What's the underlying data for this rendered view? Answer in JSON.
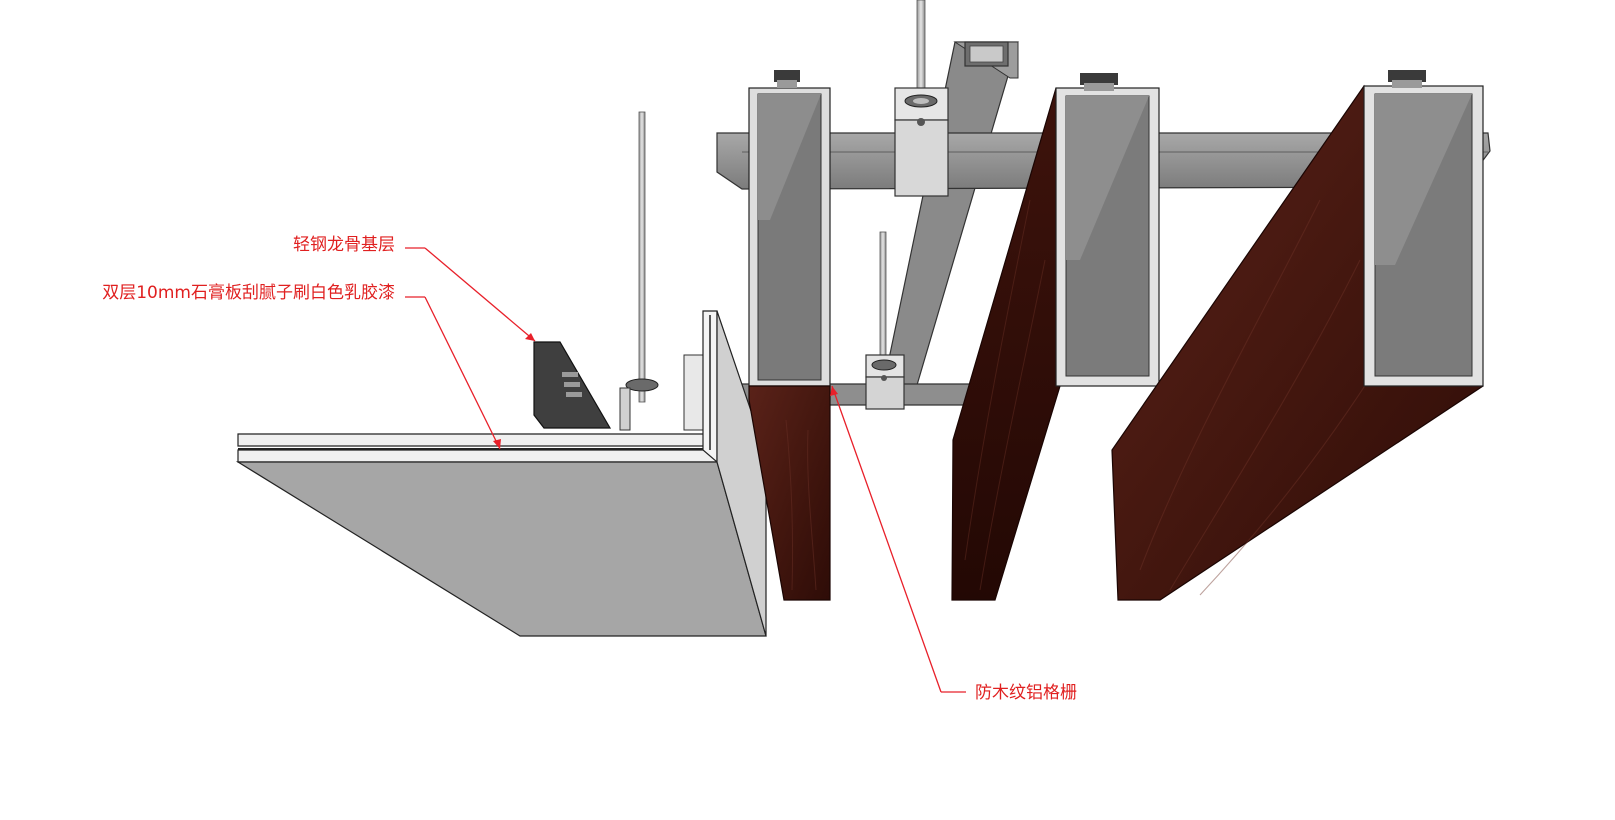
{
  "annotations": {
    "keel_label": "轻钢龙骨基层",
    "gypsum_label": "双层10mm石膏板刮腻子刷白色乳胶漆",
    "aluminum_grille_label": "防木纹铝格栅"
  },
  "colors": {
    "background": "#ffffff",
    "annotation_text": "#e02020",
    "leader_line": "#e8202a",
    "gypsum_face": "#a6a6a6",
    "gypsum_top": "#eeeeee",
    "steel_frame": "#8c8c8c",
    "steel_frame_top": "#a9a9a9",
    "aluminum_inner": "#7d7d7d",
    "aluminum_rim": "#e4e4e4",
    "wood_grain_front": "#4a1a14",
    "wood_grain_side": "#341009"
  }
}
